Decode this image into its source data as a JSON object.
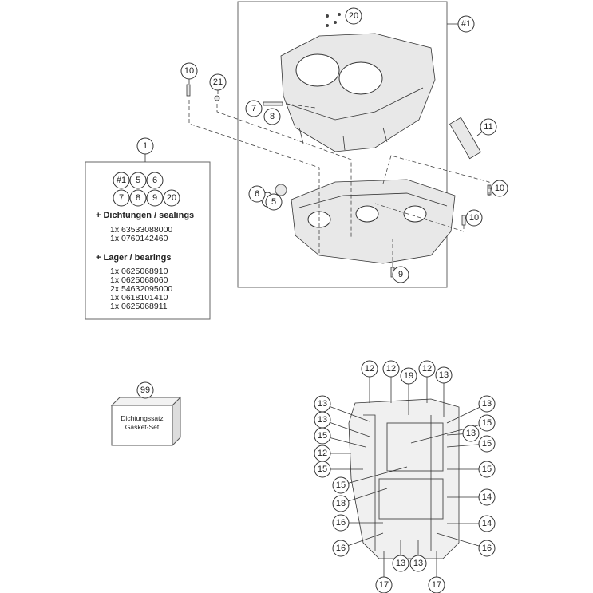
{
  "diagram": {
    "callouts_top": [
      "20",
      "#1",
      "10",
      "21",
      "7",
      "8",
      "11",
      "10",
      "10",
      "6",
      "5",
      "9",
      "1"
    ],
    "kit_box": {
      "callouts": [
        "#1",
        "5",
        "6",
        "7",
        "8",
        "9",
        "20"
      ],
      "sealings_heading": "+ Dichtungen / sealings",
      "sealings": [
        "1x 63533088000",
        "1x 0760142460"
      ],
      "bearings_heading": "+ Lager / bearings",
      "bearings": [
        "1x 0625068910",
        "1x 0625068060",
        "2x 54632095000",
        "1x 0618101410",
        "1x 0625068911"
      ]
    },
    "gasket_set": {
      "callout": "99",
      "label_de": "Dichtungssatz",
      "label_en": "Gasket-Set"
    },
    "callouts_bottom": [
      "12",
      "12",
      "19",
      "12",
      "13",
      "13",
      "13",
      "13",
      "15",
      "13",
      "15",
      "15",
      "12",
      "15",
      "15",
      "15",
      "14",
      "18",
      "16",
      "14",
      "16",
      "16",
      "13",
      "13",
      "17",
      "17"
    ],
    "colors": {
      "line": "#333333",
      "part_fill": "#e8e8e8",
      "background": "#ffffff"
    }
  }
}
